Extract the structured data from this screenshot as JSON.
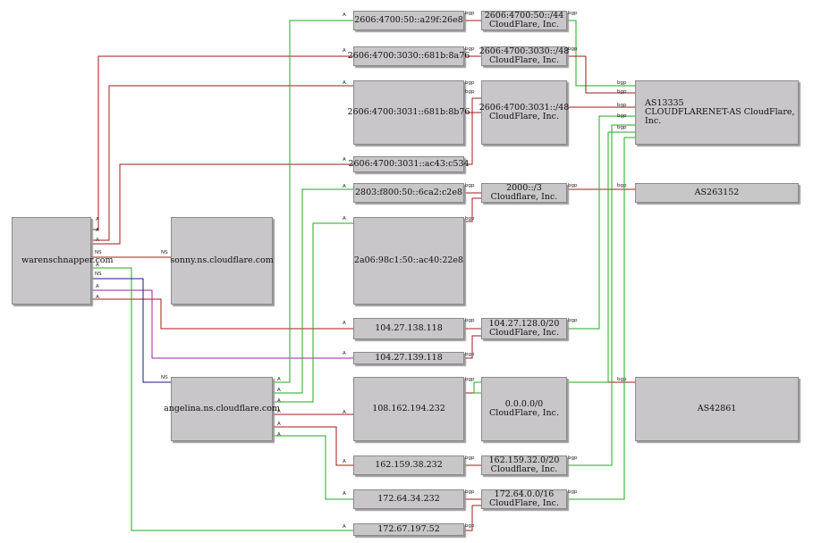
{
  "colors": {
    "red": "#a01818",
    "green": "#22aa22",
    "blue": "#1a1a8a",
    "purple": "#a020a0"
  },
  "nodes": {
    "domain": {
      "label": "warenschnapper.com"
    },
    "ns1": {
      "label": "sonny.ns.cloudflare.com"
    },
    "ns2": {
      "label": "angelina.ns.cloudflare.com"
    },
    "ip_a29f": {
      "label": "2606:4700:50::a29f:26e8"
    },
    "ip_681b8a76": {
      "label": "2606:4700:3030::681b:8a76"
    },
    "ip_681b8b76": {
      "label": "2606:4700:3031::681b:8b76"
    },
    "ip_ac43c534": {
      "label": "2606:4700:3031::ac43:c534"
    },
    "ip_2803": {
      "label": "2803:f800:50::6ca2:c2e8"
    },
    "ip_2a06": {
      "label": "2a06:98c1:50::ac40:22e8"
    },
    "ip_104_138": {
      "label": "104.27.138.118"
    },
    "ip_104_139": {
      "label": "104.27.139.118"
    },
    "ip_108": {
      "label": "108.162.194.232"
    },
    "ip_162": {
      "label": "162.159.38.232"
    },
    "ip_172_64": {
      "label": "172.64.34.232"
    },
    "ip_172_67": {
      "label": "172.67.197.52"
    },
    "pfx_50_44": {
      "label": "2606:4700:50::/44\nCloudFlare, Inc."
    },
    "pfx_3030_48": {
      "label": "2606:4700:3030::/48\nCloudFlare, Inc."
    },
    "pfx_3031_48": {
      "label": "2606:4700:3031::/48\nCloudFlare, Inc."
    },
    "pfx_2000_3": {
      "label": "2000::/3\nCloudflare, Inc."
    },
    "pfx_104": {
      "label": "104.27.128.0/20\nCloudFlare, Inc."
    },
    "pfx_0": {
      "label": "0.0.0.0/0\nCloudFlare, Inc."
    },
    "pfx_162": {
      "label": "162.159.32.0/20\nCloudflare, Inc."
    },
    "pfx_172": {
      "label": "172.64.0.0/16\nCloudFlare, Inc."
    },
    "as13335": {
      "label": "AS13335\nCLOUDFLARENET-AS CloudFlare, Inc."
    },
    "as263152": {
      "label": "AS263152"
    },
    "as42861": {
      "label": "AS42861"
    }
  },
  "edge_labels": {
    "a": "A",
    "ns": "NS",
    "bgp": "bgp"
  }
}
